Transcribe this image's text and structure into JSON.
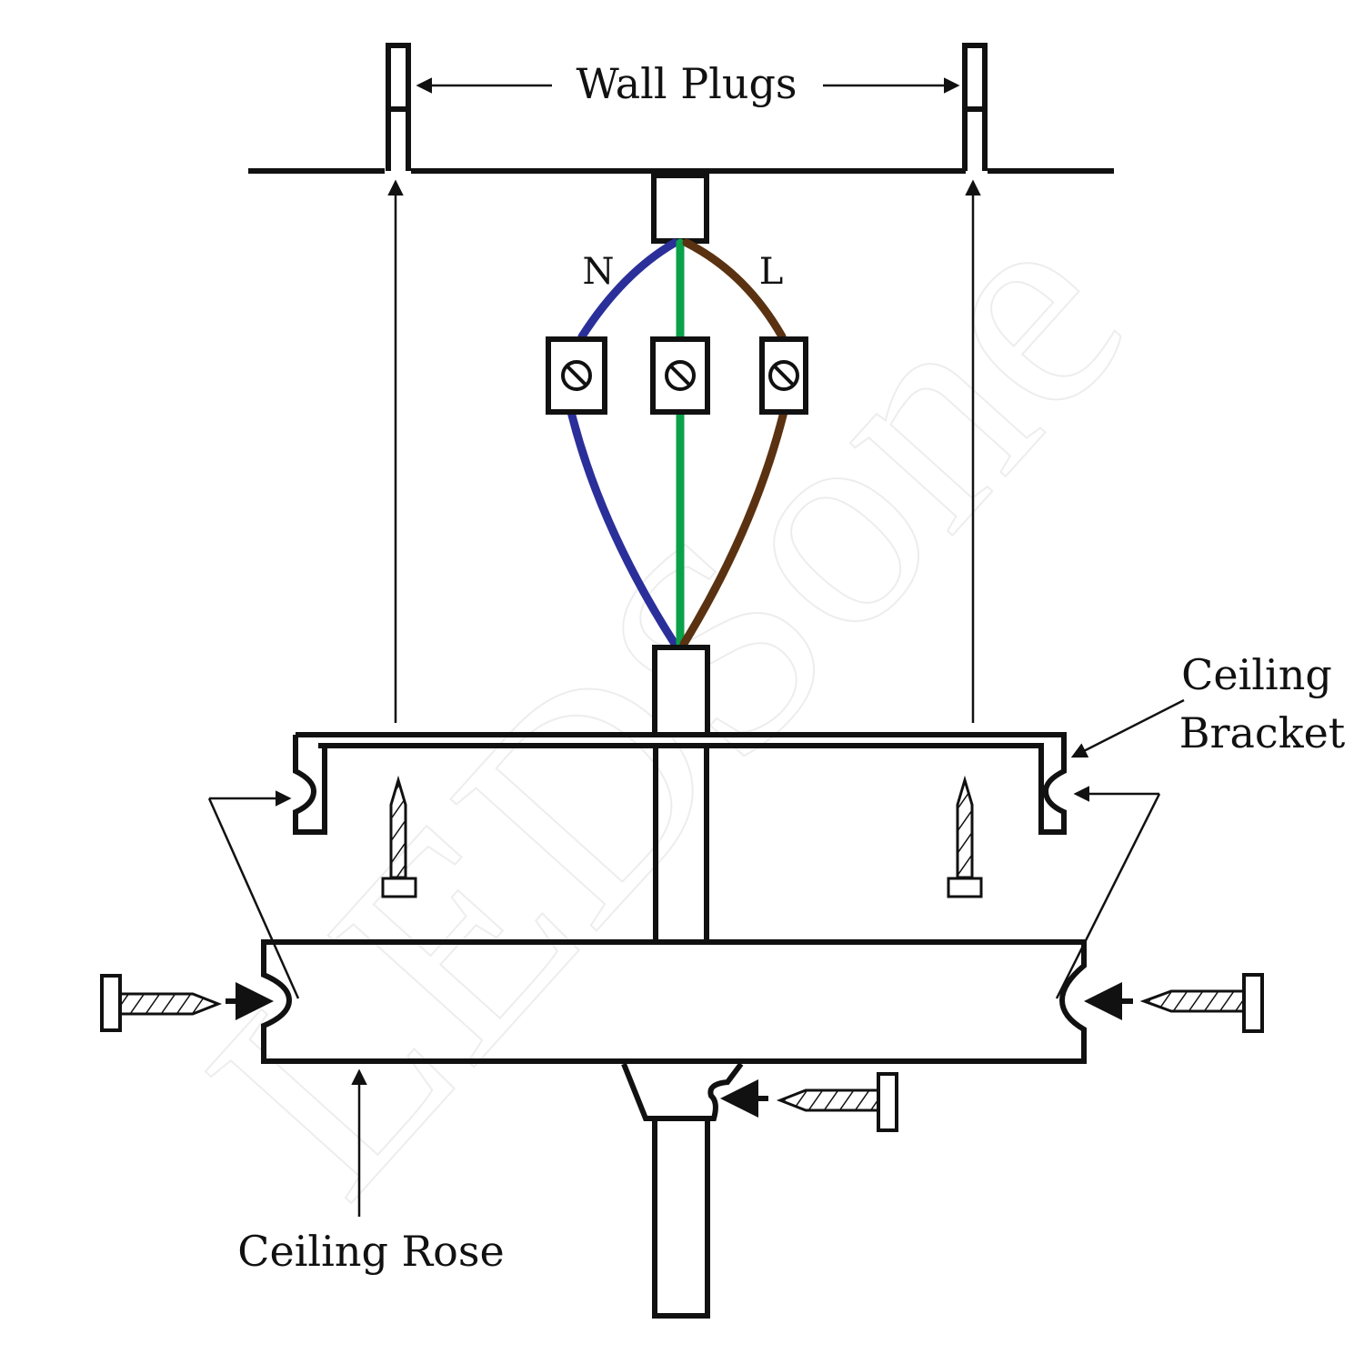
{
  "labels": {
    "wall_plugs": "Wall Plugs",
    "neutral": "N",
    "live": "L",
    "ceiling_bracket_line1": "Ceiling",
    "ceiling_bracket_line2": "Bracket",
    "ceiling_rose": "Ceiling Rose",
    "watermark": "LEDSone"
  },
  "wire_colors": {
    "neutral": "#2b2f9a",
    "earth": "#0aa14a",
    "live": "#5a3211"
  },
  "terminal_glyph": "⊘"
}
